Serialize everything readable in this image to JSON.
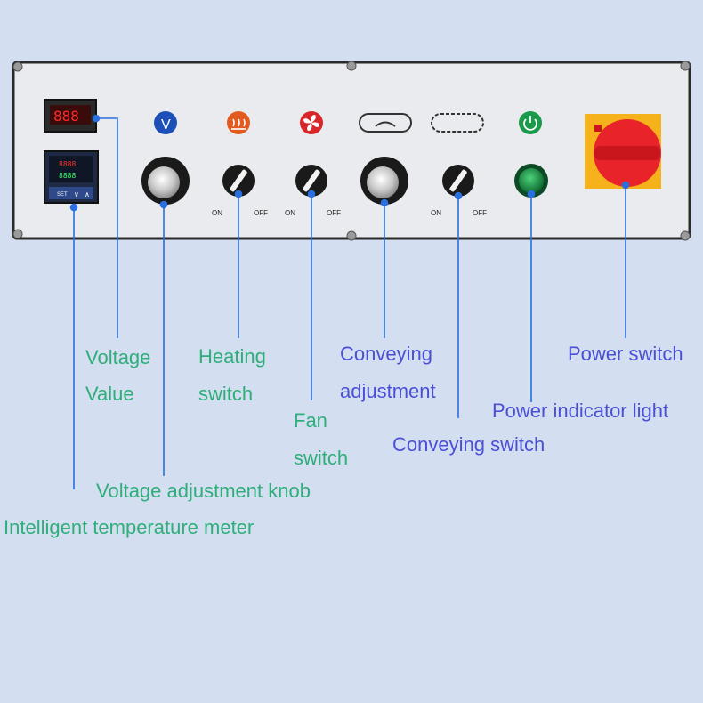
{
  "panel": {
    "switch_on": "ON",
    "switch_off": "OFF",
    "meter_buttons": [
      "SET",
      "∨",
      "∧"
    ]
  },
  "labels": {
    "voltage_value": [
      "Voltage",
      "Value"
    ],
    "heating_switch": [
      "Heating",
      "switch"
    ],
    "fan_switch": [
      "Fan",
      "switch"
    ],
    "conveying_adjustment": [
      "Conveying",
      "adjustment"
    ],
    "power_switch": "Power switch",
    "power_indicator_light": "Power indicator light",
    "conveying_switch": "Conveying switch",
    "voltage_adjustment_knob": "Voltage adjustment knob",
    "intelligent_temperature_meter": "Intelligent temperature meter"
  },
  "icons": {
    "voltage": "V"
  },
  "colors": {
    "background": "#d3def1",
    "panel": "#e9ebee",
    "label_green": "#2fae7a",
    "label_blue": "#4b4fd6",
    "leader_line": "#2a6fe0",
    "power_switch_red": "#e8242a",
    "power_switch_yellow": "#f5b21a",
    "indicator_green": "#1a9a4a"
  }
}
